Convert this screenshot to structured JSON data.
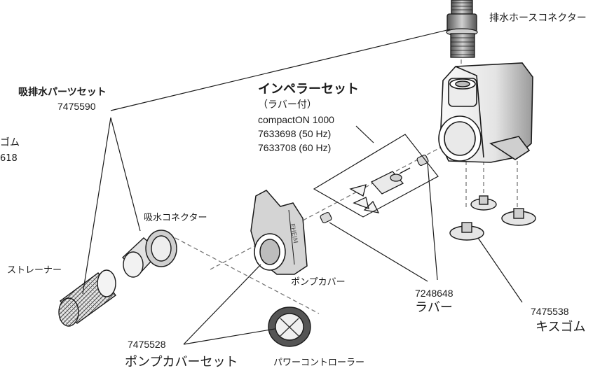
{
  "labels": {
    "hose_connector": "排水ホースコネクター",
    "intake_set_name": "吸排水パーツセット",
    "intake_set_code": "7475590",
    "cut_rubber_name": "ゴム",
    "cut_rubber_code": "618",
    "impeller_set_name": "インペラーセット",
    "impeller_set_sub": "（ラバー付）",
    "impeller_model": "compactON 1000",
    "impeller_code_50": "7633698 (50 Hz)",
    "impeller_code_60": "7633708 (60 Hz)",
    "intake_connector": "吸水コネクター",
    "strainer": "ストレーナー",
    "pump_cover": "ポンプカバー",
    "rubber_code": "7248648",
    "rubber_name": "ラバー",
    "suction_cup_code": "7475538",
    "suction_cup_name": "キスゴム",
    "pump_cover_set_code": "7475528",
    "pump_cover_set_name": "ポンプカバーセット",
    "power_controller": "パワーコントローラー",
    "cover_brand_text": "EHEIM"
  },
  "colors": {
    "line": "#1a1a1a",
    "part_light": "#f2f2f2",
    "part_mid": "#d6d6d6",
    "part_dark": "#8c8c8c",
    "dash": "#6e6e6e"
  }
}
